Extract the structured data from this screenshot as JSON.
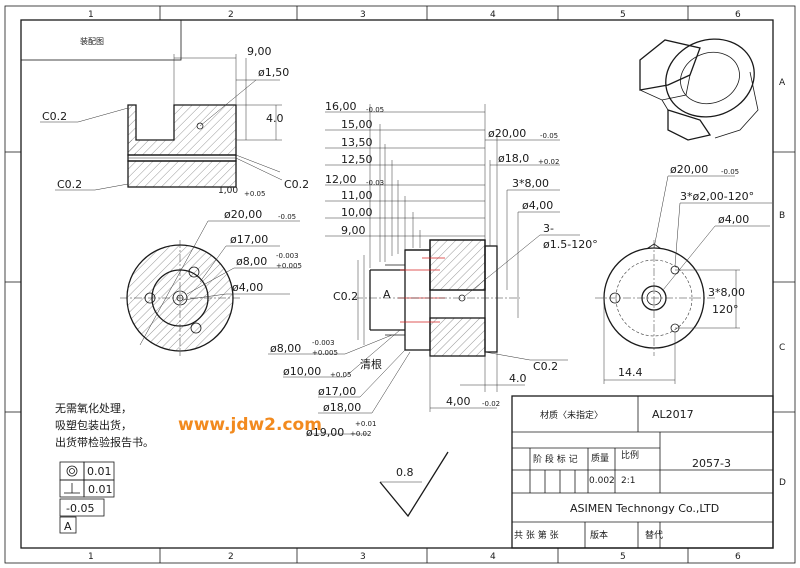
{
  "border": {
    "col_labels": [
      "1",
      "2",
      "3",
      "4",
      "5",
      "6"
    ],
    "row_labels": [
      "A",
      "B",
      "C",
      "D"
    ]
  },
  "header_box": "装配图",
  "front_view": {
    "dims": {
      "d9": "9,00",
      "d150": "ø1,50",
      "d40": "4.0",
      "c02a": "C0.2",
      "c02b": "C0.2",
      "c02c": "C0.2",
      "d100": "1,00",
      "d100tol": "+0.05"
    }
  },
  "left_circle": {
    "d20": "ø20,00",
    "d20tol": "-0.05",
    "d17": "ø17,00",
    "d8": "ø8,00",
    "d8tol_up": "-0.003",
    "d8tol_dn": "+0.005",
    "d4": "ø4,00"
  },
  "section": {
    "left_dims": [
      {
        "label": "16,00",
        "tol": "-0.05"
      },
      {
        "label": "15,00",
        "tol": ""
      },
      {
        "label": "13,50",
        "tol": ""
      },
      {
        "label": "12,50",
        "tol": ""
      },
      {
        "label": "12,00",
        "tol": "-0.03"
      },
      {
        "label": "11,00",
        "tol": ""
      },
      {
        "label": "10,00",
        "tol": ""
      },
      {
        "label": "9,00",
        "tol": ""
      }
    ],
    "right_dims": {
      "d20": "ø20,00",
      "d20tol": "-0.05",
      "d18": "ø18,0",
      "d18tol": "+0.02",
      "d38": "3*8,00",
      "d4": "ø4,00",
      "holes": "3-",
      "holes2": "ø1.5-120°"
    },
    "bottom_dims": [
      {
        "label": "ø8,00",
        "tol1": "-0.003",
        "tol2": "+0.005"
      },
      {
        "label": "ø10,00",
        "tol1": "+0.05",
        "tol2": ""
      },
      {
        "label": "ø17,00",
        "tol1": "",
        "tol2": ""
      },
      {
        "label": "ø18,00",
        "tol1": "+0.01",
        "tol2": ""
      },
      {
        "label": "ø19,00",
        "tol1": "+0.02",
        "tol2": ""
      }
    ],
    "qinggen": "清根",
    "c02": "C0.2",
    "c02_right": "C0.2",
    "label_a": "A",
    "d40": "4.0",
    "d400": "4,00",
    "d400tol": "-0.02"
  },
  "right_circle": {
    "d20": "ø20,00",
    "d20tol": "-0.05",
    "d3x2": "3*ø2,00-120°",
    "d4": "ø4,00",
    "d38": "3*8,00",
    "d120": "120°",
    "d144": "14.4"
  },
  "notes": [
    "无需氧化处理，",
    "吸塑包装出货，",
    "出货带检验报告书。"
  ],
  "watermark": "www.jdw2.com",
  "roughness": "0.8",
  "tolerances": {
    "concentric": "0.01",
    "perp": "0.01",
    "flat": "-0.05",
    "datum": "A"
  },
  "title_block": {
    "material_label": "材质〈未指定〉",
    "material": "AL2017",
    "stage_label": "阶 段 标 记",
    "mass_label": "质量",
    "scale_label": "比例",
    "mass": "0.002",
    "scale": "2:1",
    "drawing_no": "2057-3",
    "company": "ASIMEN Technongy Co.,LTD",
    "sheets_label": "共 张  第 张",
    "version_label": "版本",
    "replace_label": "替代"
  }
}
